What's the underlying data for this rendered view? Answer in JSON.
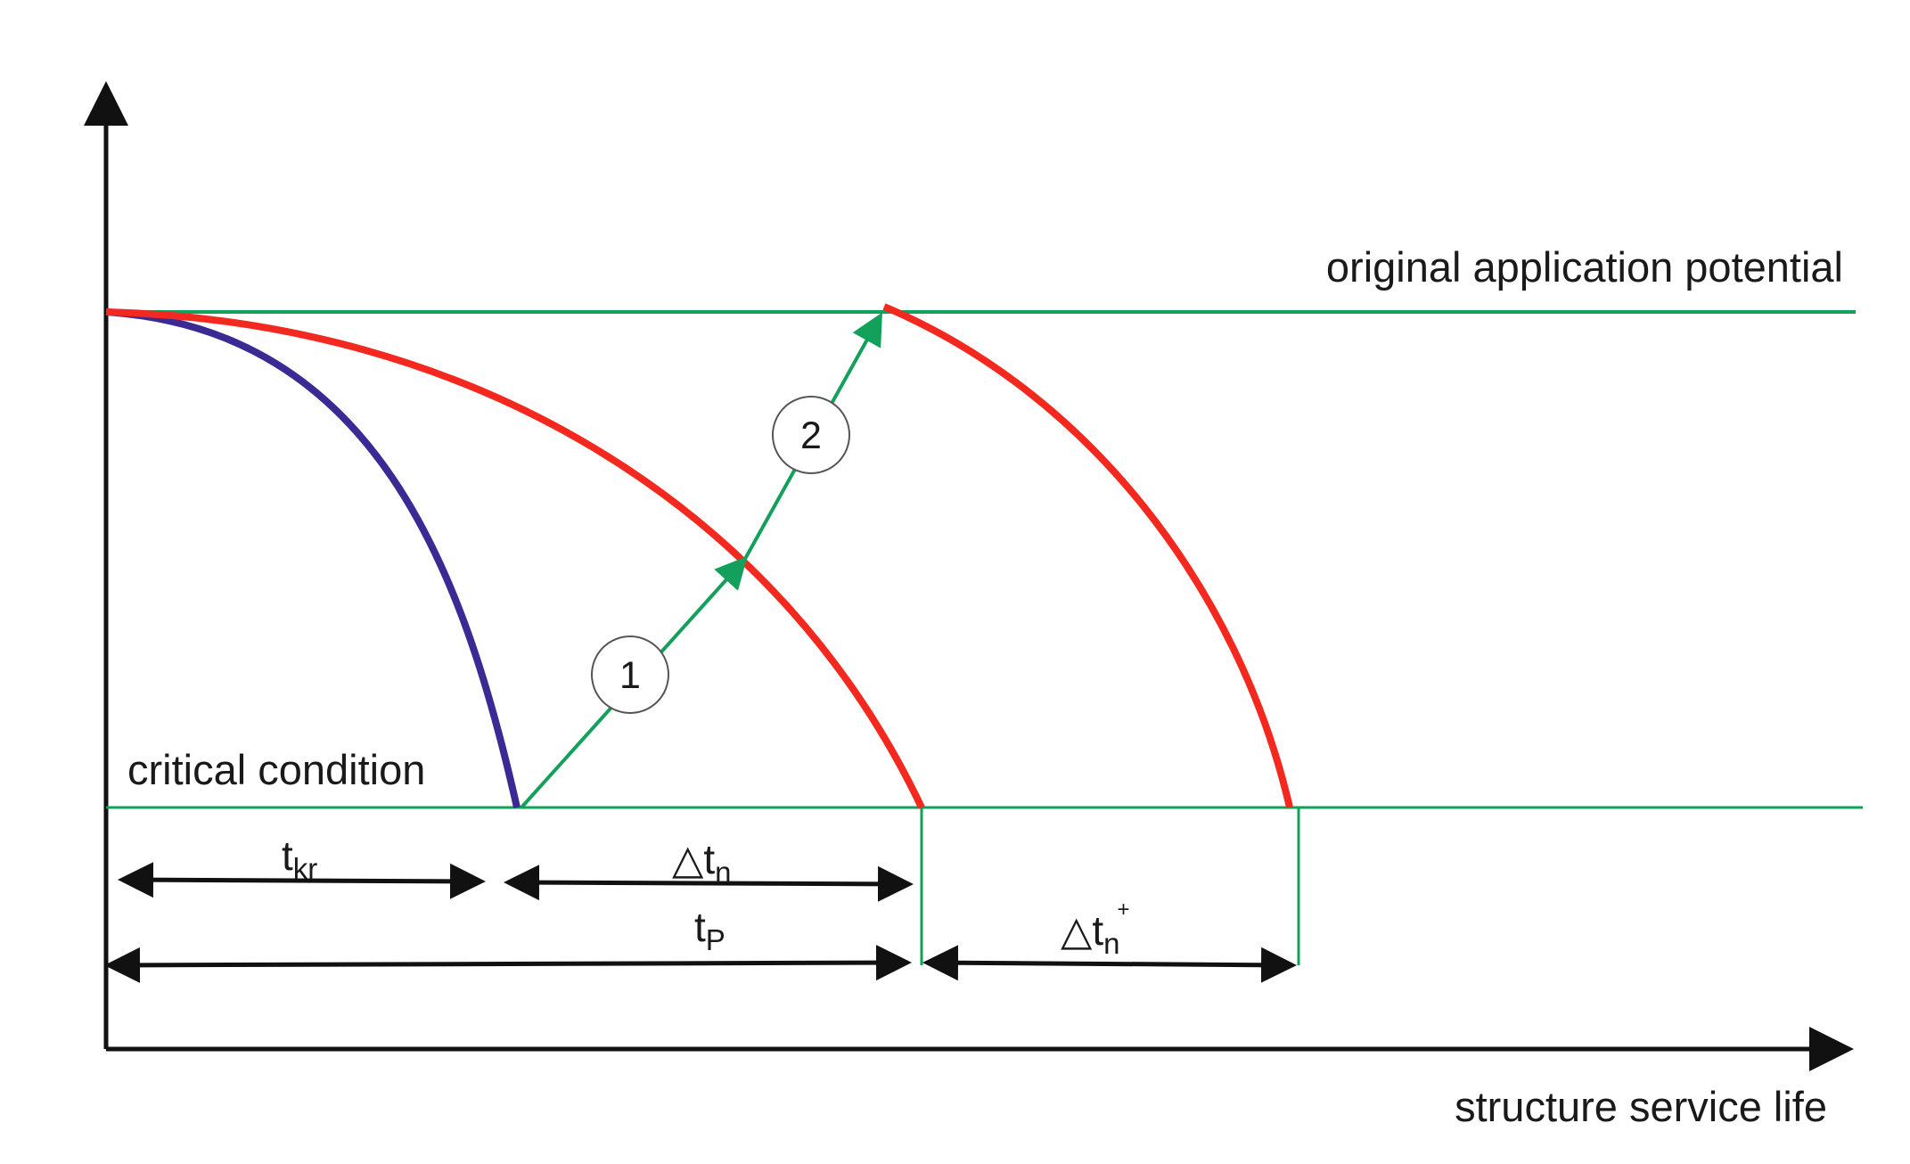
{
  "labels": {
    "original_potential": "original application potential",
    "critical_condition": "critical condition",
    "x_axis": "structure service life"
  },
  "intervals": {
    "t_kr": {
      "main": "t",
      "sub": "kr"
    },
    "delta_t_n": {
      "main": "△t",
      "sub": "n"
    },
    "t_p": {
      "main": "t",
      "sub": "P"
    },
    "delta_t_n_plus": {
      "main": "△t",
      "sub": "n",
      "sup": "+"
    }
  },
  "markers": {
    "step_1": "1",
    "step_2": "2"
  },
  "colors": {
    "axis": "#111111",
    "reference_line": "#12a05a",
    "fast_degradation_curve": "#3a2b94",
    "degradation_curve": "#f3291f",
    "intervention_arrow": "#12a05a",
    "dimension_arrow": "#111111"
  }
}
